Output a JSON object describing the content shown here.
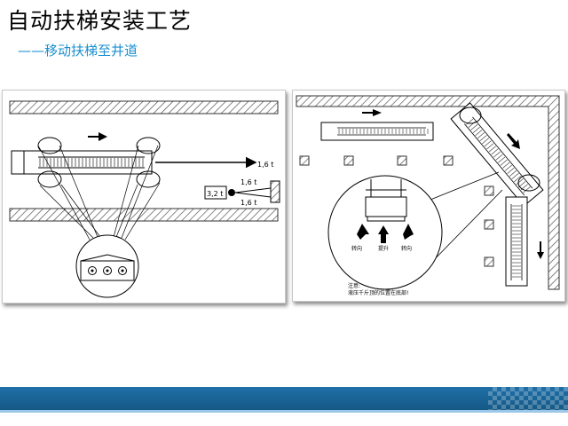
{
  "header": {
    "title": "自动扶梯安装工艺",
    "subtitle": "——移动扶梯至井道"
  },
  "left_diagram": {
    "load_main": "1,6 t",
    "winch_weight": "3,2 t",
    "load_top": "1,6 t",
    "load_bottom": "1,6 t"
  },
  "right_diagram": {
    "label_turn_left": "转向",
    "label_lift": "提升",
    "label_turn_right": "转向",
    "note_title": "注意:",
    "note_text": "液压千斤顶的位置在底部!"
  },
  "colors": {
    "subtitle": "#1a8fd0",
    "footer_band": "#1f6fa8"
  }
}
